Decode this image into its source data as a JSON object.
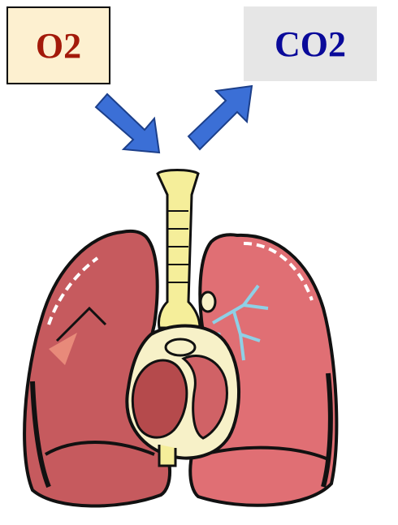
{
  "labels": {
    "oxygen": "O2",
    "carbon_dioxide": "CO2"
  },
  "colors": {
    "oxygen_text": "#a31a0a",
    "oxygen_box": "#fdf0d0",
    "co2_text": "#0a0a9a",
    "co2_box": "#e6e6e6",
    "arrow": "#3b6fd6",
    "lung": "#c65a5e",
    "trachea": "#f5ee9a"
  },
  "icons": {
    "in_arrow": "arrow-down-right-icon",
    "out_arrow": "arrow-up-right-icon",
    "illustration": "lungs-heart-illustration"
  }
}
